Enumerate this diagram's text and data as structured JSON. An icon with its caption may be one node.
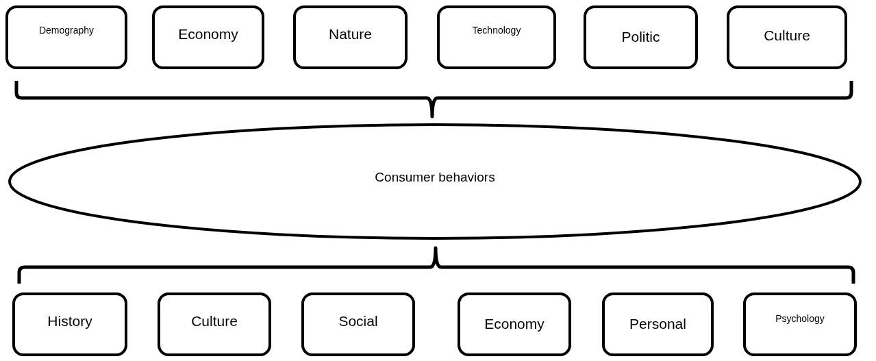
{
  "diagram": {
    "nodes": [
      {
        "text": [
          "Demography"
        ]
      },
      {
        "text": [
          "Economy"
        ]
      },
      {
        "text": [
          "Nature"
        ]
      },
      {
        "text": [
          "Technology"
        ]
      },
      {
        "text": [
          "Politic"
        ]
      },
      {
        "text": [
          "Culture"
        ]
      },
      {
        "text": [
          "Consumer behaviors"
        ]
      },
      {
        "text": [
          "History"
        ]
      },
      {
        "text": [
          "Culture"
        ]
      },
      {
        "text": [
          "Social"
        ]
      },
      {
        "text": [
          "Economy"
        ]
      },
      {
        "text": [
          "Personal"
        ]
      },
      {
        "text": [
          "Psychology"
        ]
      }
    ]
  }
}
